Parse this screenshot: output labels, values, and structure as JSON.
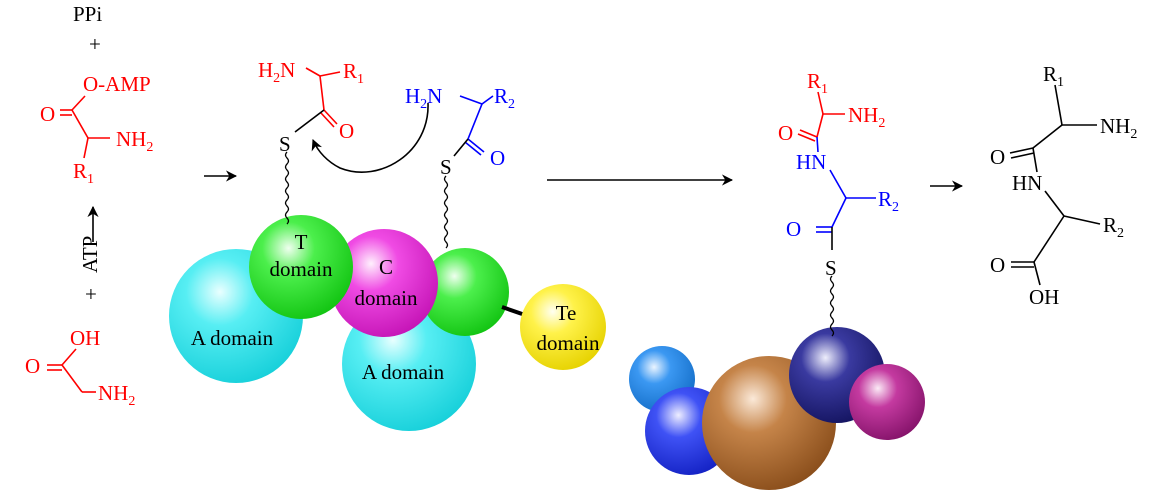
{
  "colors": {
    "first_residue": "#ff0000",
    "second_residue": "#0000ff",
    "black": "#000000",
    "a_domain": "#22e6ee",
    "t_domain": "#22ee22",
    "c_domain": "#ee22dd",
    "te_domain": "#ffee00",
    "brown_sphere": "#b06a2a",
    "navy_sphere": "#20207a",
    "magenta_sphere": "#b0208a",
    "blue_sphere": "#2233ee",
    "lightblue_sphere": "#2288ee"
  },
  "activation": {
    "ppi": "PPi",
    "plus1": "+",
    "oamp": "O-AMP",
    "o": "O",
    "nh": "NH",
    "nh_sub": "2",
    "r": "R",
    "r_sub": "1",
    "atp": "ATP",
    "plus2": "+",
    "oh": "OH",
    "o2": "O",
    "nh2": "NH",
    "nh2_sub": "2"
  },
  "loaded": {
    "h2n_h": "H",
    "h2n_sub": "2",
    "h2n_n": "N",
    "r1": "R",
    "r1_sub": "1",
    "o1": "O",
    "s1": "S",
    "h2n_h_b": "H",
    "h2n_sub_b": "2",
    "h2n_n_b": "N",
    "r2": "R",
    "r2_sub": "2",
    "o2": "O",
    "s2": "S"
  },
  "domains": {
    "t_line1": "T",
    "t_line2": "domain",
    "c_line1": "C",
    "c_line2": "domain",
    "a_left": "A domain",
    "a_center": "A domain",
    "te_line1": "Te",
    "te_line2": "domain"
  },
  "dipeptidyl": {
    "r1": "R",
    "r1_sub": "1",
    "o_top": "O",
    "nh2": "NH",
    "nh2_sub": "2",
    "hn": "HN",
    "r2": "R",
    "r2_sub": "2",
    "o_bottom": "O",
    "s": "S"
  },
  "product": {
    "r1": "R",
    "r1_sub": "1",
    "o_top": "O",
    "nh2": "NH",
    "nh2_sub": "2",
    "hn": "HN",
    "r2": "R",
    "r2_sub": "2",
    "o_bottom": "O",
    "oh": "OH"
  }
}
